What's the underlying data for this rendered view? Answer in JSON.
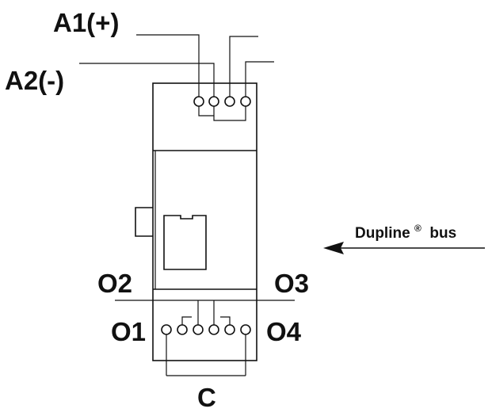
{
  "labels": {
    "a1": "A1(+)",
    "a2": "A2(-)",
    "o1": "O1",
    "o2": "O2",
    "o3": "O3",
    "o4": "O4",
    "c": "C",
    "bus_name": "Dupline",
    "bus_reg": "®",
    "bus_suffix": " bus"
  },
  "colors": {
    "line": "#111111",
    "background": "#ffffff"
  }
}
